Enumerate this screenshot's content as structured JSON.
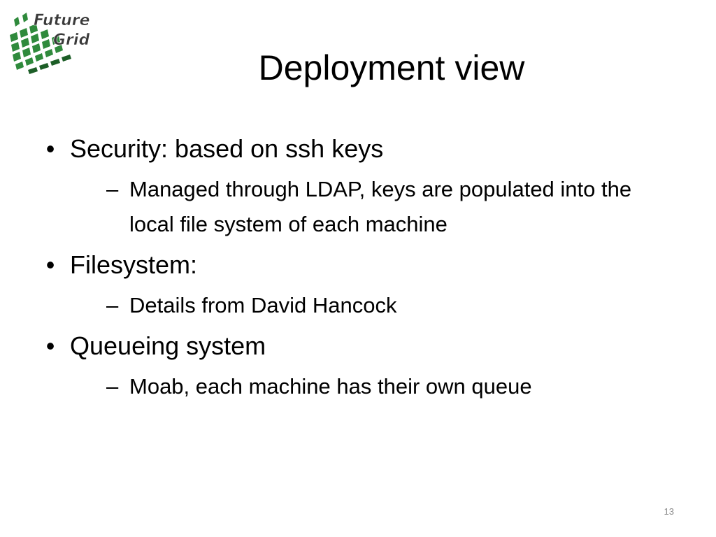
{
  "logo": {
    "text_line1": "Future",
    "text_line2": "Grid",
    "colors": {
      "green": "#2f8a3c",
      "dark_green": "#1c5e27",
      "text": "#3a3a3a"
    }
  },
  "slide": {
    "title": "Deployment view",
    "bullets": [
      {
        "mark": "•",
        "text": "Security: based on ssh keys",
        "subitems": [
          {
            "mark": "–",
            "text": "Managed through LDAP, keys are populated into the local file system of each machine"
          }
        ]
      },
      {
        "mark": "•",
        "text": "Filesystem:",
        "subitems": [
          {
            "mark": "–",
            "text": "Details from David Hancock"
          }
        ]
      },
      {
        "mark": "•",
        "text": "Queueing system",
        "subitems": [
          {
            "mark": "–",
            "text": "Moab, each machine has their own queue"
          }
        ]
      }
    ],
    "page_number": "13"
  }
}
